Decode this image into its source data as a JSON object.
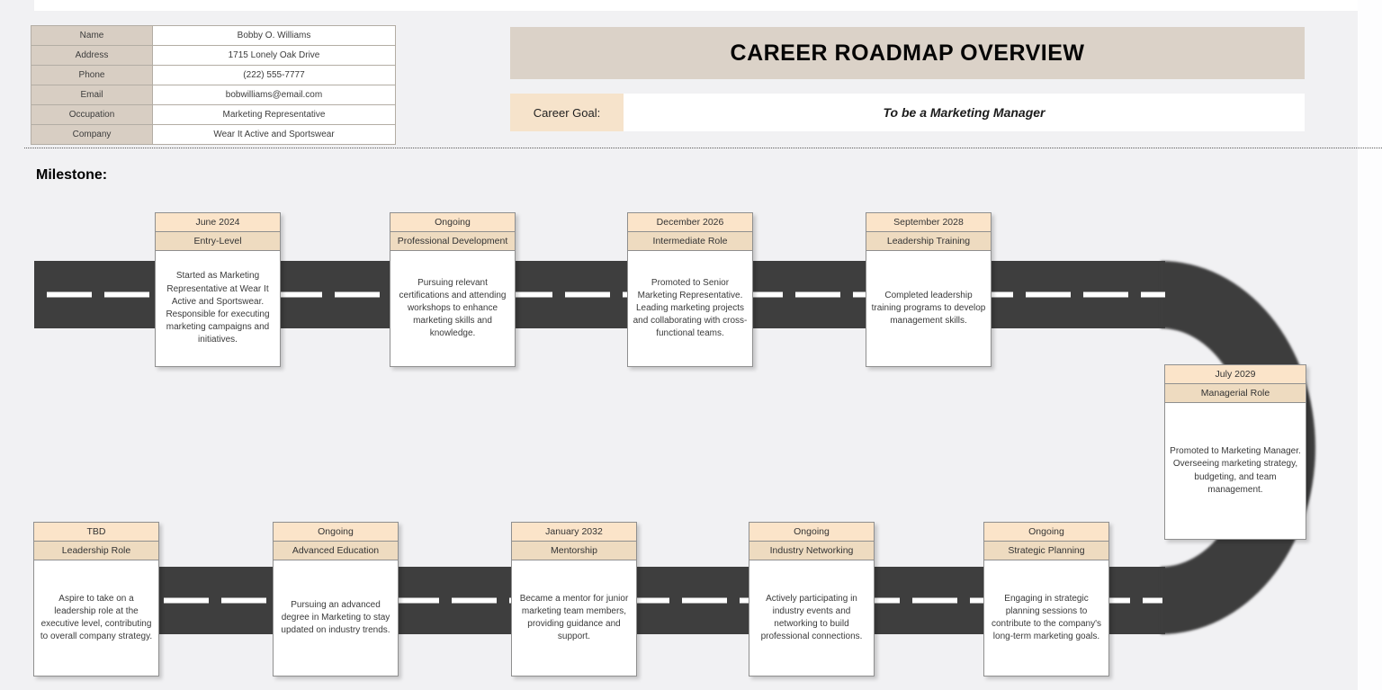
{
  "header": {
    "title": "CAREER ROADMAP OVERVIEW",
    "career_goal_label": "Career Goal:",
    "career_goal_value": "To be a Marketing Manager"
  },
  "profile": {
    "rows": [
      {
        "label": "Name",
        "value": "Bobby O. Williams"
      },
      {
        "label": "Address",
        "value": "1715 Lonely Oak Drive"
      },
      {
        "label": "Phone",
        "value": "(222) 555-7777"
      },
      {
        "label": "Email",
        "value": "bobwilliams@email.com"
      },
      {
        "label": "Occupation",
        "value": "Marketing Representative"
      },
      {
        "label": "Company",
        "value": "Wear It Active and Sportswear"
      }
    ]
  },
  "milestone_section": {
    "heading": "Milestone:"
  },
  "milestones": [
    {
      "date": "June 2024",
      "title": "Entry-Level",
      "description": "Started as Marketing Representative at Wear It Active and Sportswear. Responsible for executing marketing campaigns and initiatives."
    },
    {
      "date": "Ongoing",
      "title": "Professional Development",
      "description": "Pursuing relevant certifications and attending workshops to enhance marketing skills and knowledge."
    },
    {
      "date": "December 2026",
      "title": "Intermediate Role",
      "description": "Promoted to Senior Marketing Representative. Leading marketing projects and collaborating with cross-functional teams."
    },
    {
      "date": "September 2028",
      "title": "Leadership Training",
      "description": "Completed leadership training programs to develop management skills."
    },
    {
      "date": "July 2029",
      "title": "Managerial Role",
      "description": "Promoted to Marketing Manager. Overseeing marketing strategy, budgeting, and team management."
    },
    {
      "date": "TBD",
      "title": "Leadership Role",
      "description": "Aspire to take on a leadership role at the executive level, contributing to overall company strategy."
    },
    {
      "date": "Ongoing",
      "title": "Advanced Education",
      "description": "Pursuing an advanced degree in Marketing to stay updated on industry trends."
    },
    {
      "date": "January 2032",
      "title": "Mentorship",
      "description": "Became a mentor for junior marketing team members, providing guidance and support."
    },
    {
      "date": "Ongoing",
      "title": "Industry Networking",
      "description": "Actively participating in industry events and networking to build professional connections."
    },
    {
      "date": "Ongoing",
      "title": "Strategic Planning",
      "description": "Engaging in strategic planning sessions to contribute to the company's long-term marketing goals."
    }
  ],
  "colors": {
    "page_bg": "#f1f1f3",
    "road": "#3e3e3e",
    "road_dash": "#ffffff",
    "banner_bg": "#dbd2c8",
    "label_cell_bg": "#d8cec3",
    "goal_label_bg": "#f6e3cb",
    "date_header_bg": "#fbe4c9",
    "role_header_bg": "#eedbc0",
    "card_border": "#8f8f8f",
    "text": "#3a3a3a"
  }
}
